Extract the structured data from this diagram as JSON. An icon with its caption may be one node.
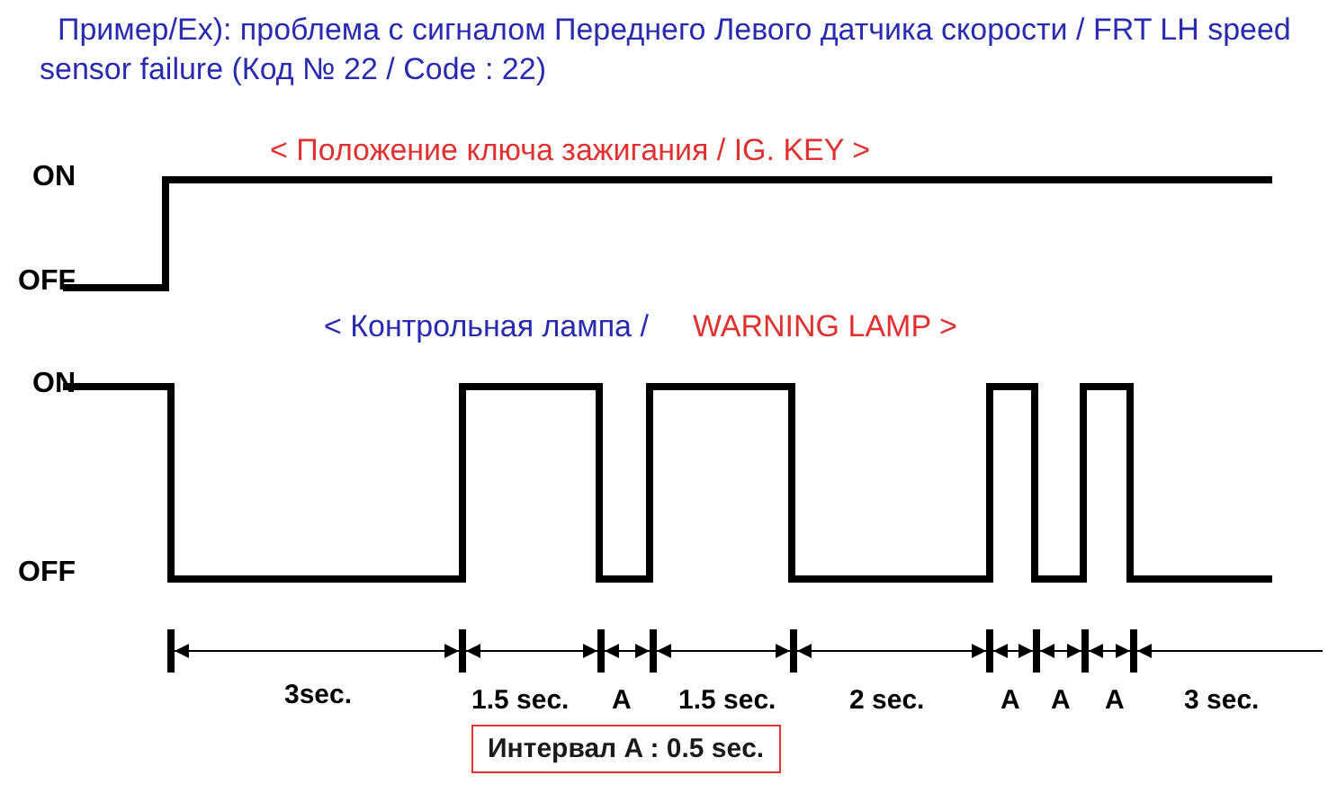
{
  "diagram": {
    "title": "Пример/Ex): проблема с сигналом Переднего Левого датчика скорости / FRT LH speed sensor failure (Код № 22 / Code :  22)",
    "nodes": [
      {
        "text": [
          "Интервал A : 0.5 sec."
        ]
      }
    ],
    "labels": [
      "< Положение ключа  зажигания / IG. KEY >",
      "ON",
      "OFF",
      "< Контрольная лампа /",
      "WARNING LAMP >",
      "ON",
      "OFF",
      "3sec.",
      "1.5 sec.",
      "A",
      "1.5 sec.",
      "2 sec.",
      "A",
      "A",
      "A",
      "3 sec."
    ]
  }
}
